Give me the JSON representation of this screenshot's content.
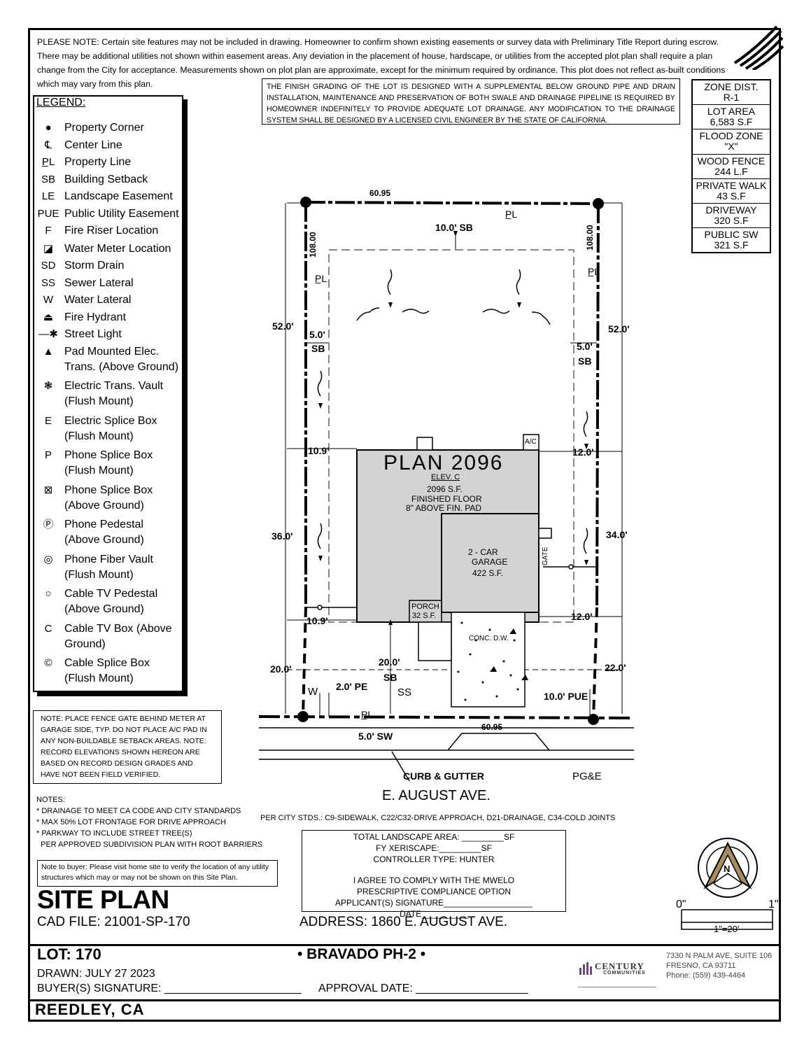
{
  "top_note": "PLEASE NOTE:  Certain site features may not be included in drawing.  Homeowner to confirm shown existing easements or survey data with Preliminary Title Report during escrow.  There may be additional utilities not shown within easement areas.  Any deviation in the placement of house, hardscape, or utilities from the accepted plot plan shall require a plan change from the City for acceptance.  Measurements shown on plot plan are approximate, except for the minimum required by ordinance. This plot does not reflect as-built conditions which may vary from this plan.",
  "drainage_note": "THE FINISH GRADING OF THE LOT IS DESIGNED WITH A SUPPLEMENTAL BELOW GROUND PIPE AND DRAIN INSTALLATION, MAINTENANCE AND PRESERVATION OF BOTH SWALE AND DRAINAGE PIPELINE IS REQUIRED BY HOMEOWNER INDEFINITELY TO PROVIDE ADEQUATE LOT DRAINAGE.  ANY MODIFICATION TO THE DRAINAGE SYSTEM SHALL BE DESIGNED BY A LICENSED CIVIL ENGINEER BY THE STATE OF CALIFORNIA.",
  "legend": {
    "title": "LEGEND:",
    "items": [
      {
        "symbol": "●",
        "label": "Property Corner"
      },
      {
        "symbol": "℄",
        "label": "Center Line"
      },
      {
        "symbol": "P̲L",
        "label": "Property Line"
      },
      {
        "symbol": "SB",
        "label": "Building Setback"
      },
      {
        "symbol": "LE",
        "label": "Landscape Easement"
      },
      {
        "symbol": "PUE",
        "label": "Public Utility Easement"
      },
      {
        "symbol": "F",
        "label": "Fire Riser Location"
      },
      {
        "symbol": "◪",
        "label": "Water Meter Location"
      },
      {
        "symbol": "SD",
        "label": "Storm Drain"
      },
      {
        "symbol": "SS",
        "label": "Sewer Lateral"
      },
      {
        "symbol": "W",
        "label": "Water Lateral"
      },
      {
        "symbol": "⏏",
        "label": "Fire Hydrant"
      },
      {
        "symbol": "—✱",
        "label": "Street Light"
      },
      {
        "symbol": "▲",
        "label": "Pad Mounted Elec.",
        "label2": "Trans. (Above Ground)"
      },
      {
        "symbol": "❃",
        "label": "Electric Trans. Vault",
        "label2": "(Flush Mount)"
      },
      {
        "symbol": "E",
        "label": "Electric Splice Box",
        "label2": "(Flush Mount)"
      },
      {
        "symbol": "P",
        "label": "Phone Splice Box",
        "label2": "(Flush Mount)"
      },
      {
        "symbol": "⊠",
        "label": "Phone Splice Box",
        "label2": "(Above Ground)"
      },
      {
        "symbol": "Ⓟ",
        "label": "Phone Pedestal",
        "label2": "(Above Ground)"
      },
      {
        "symbol": "◎",
        "label": "Phone Fiber Vault",
        "label2": "(Flush Mount)"
      },
      {
        "symbol": "○",
        "label": "Cable TV Pedestal",
        "label2": "(Above Ground)"
      },
      {
        "symbol": "C",
        "label": "Cable TV Box (Above",
        "label2": "Ground)"
      },
      {
        "symbol": "©",
        "label": "Cable Splice Box",
        "label2": "(Flush Mount)"
      }
    ]
  },
  "stats": [
    {
      "label": "ZONE DIST.",
      "value": "R-1"
    },
    {
      "label": "LOT AREA",
      "value": "6,583 S.F"
    },
    {
      "label": "FLOOD ZONE",
      "value": "\"X\""
    },
    {
      "label": "WOOD FENCE",
      "value": "244 L.F"
    },
    {
      "label": "PRIVATE WALK",
      "value": "43 S.F"
    },
    {
      "label": "DRIVEWAY",
      "value": "320 S.F"
    },
    {
      "label": "PUBLIC SW",
      "value": "321 S.F"
    }
  ],
  "plan": {
    "house_title": "PLAN 2096",
    "elev": "ELEV. C",
    "sf": "2096 S.F.",
    "floor1": "FINISHED FLOOR",
    "floor2": "8\" ABOVE FIN. PAD",
    "garage1": "2 - CAR",
    "garage2": "GARAGE",
    "garage3": "422 S.F.",
    "porch1": "PORCH",
    "porch2": "32 S.F.",
    "ac": "A/C",
    "gate": "GATE",
    "driveway": "CONC. D.W.",
    "dims": {
      "top_width": "60.95",
      "bottom_width": "60.95",
      "left_depth": "108.00",
      "right_depth": "108.00",
      "rear_sb": "10.0' SB",
      "left_52": "52.0'",
      "right_52": "52.0'",
      "left_sb": "5.0'",
      "left_sb2": "SB",
      "right_sb": "5.0'",
      "right_sb2": "SB",
      "left_109a": "10.9'",
      "right_120a": "12.0'",
      "left_36": "36.0'",
      "right_34": "34.0'",
      "left_109b": "10.9'",
      "right_120b": "12.0'",
      "left_20": "20.0'",
      "front_sb": "20.0'",
      "front_sb2": "SB",
      "right_22": "22.0'",
      "pe": "2.0' PE",
      "pue": "10.0' PUE",
      "sw": "5.0' SW",
      "pl_top": "P̲L",
      "pl_left": "P̲L",
      "pl_right": "P̲L",
      "pl_bottom": "P̲L",
      "w": "W",
      "ss": "SS"
    }
  },
  "fence_note": "NOTE:  PLACE FENCE GATE BEHIND METER AT GARAGE SIDE, TYP.  DO NOT PLACE A/C PAD IN ANY NON-BUILDABLE SETBACK AREAS. NOTE: RECORD ELEVATIONS SHOWN HEREON ARE BASED ON RECORD DESIGN GRADES AND HAVE NOT BEEN FIELD VERIFIED.",
  "notes": {
    "title": "NOTES:",
    "lines": [
      "* DRAINAGE TO MEET CA CODE AND CITY STANDARDS",
      "* MAX 50% LOT FRONTAGE FOR DRIVE APPROACH",
      "* PARKWAY TO INCLUDE STREET TREE(S)",
      "  PER APPROVED SUBDIVISION PLAN WITH ROOT BARRIERS"
    ]
  },
  "buyer_note": "Note to buyer: Please visit home site to verify the location of any utility structures which may or may not be shown on this Site Plan.",
  "curb": "CURB & GUTTER",
  "pge": "PG&E",
  "street": "E. AUGUST AVE.",
  "city_stds": "PER CITY STDS.: C9-SIDEWALK, C22/C32-DRIVE APPROACH, D21-DRAINAGE, C34-COLD JOINTS",
  "landscape": {
    "l1": "TOTAL LANDSCAPE AREA: _________SF",
    "l2": "FY XERISCAPE:_________SF",
    "l3": "CONTROLLER TYPE: HUNTER",
    "l4": "I AGREE TO COMPLY WITH THE MWELO",
    "l5": "PRESCRIPTIVE COMPLIANCE OPTION",
    "l6": "APPLICANT(S) SIGNATURE___________________ DATE__________"
  },
  "scale": {
    "left": "0\"",
    "right": "1\"",
    "ratio": "1\"=20'"
  },
  "north": "N",
  "title": "SITE PLAN",
  "cad_file": "CAD FILE:  21001-SP-170",
  "address": "ADDRESS: 1860 E. AUGUST AVE.",
  "lot": "LOT: 170",
  "drawn": "DRAWN:  JULY 27 2023",
  "buyer_sig": "BUYER(S) SIGNATURE:  ______________________",
  "approval": "APPROVAL DATE: __________________",
  "subdivision": "•   BRAVADO PH-2   •",
  "company": "CENTURY",
  "company_sub": "COMMUNITIES",
  "company_addr1": "7330 N PALM AVE, SUITE 106",
  "company_addr2": "FRESNO, CA 93711",
  "company_phone": "Phone: (559) 439-4464",
  "city": "REEDLEY, CA"
}
